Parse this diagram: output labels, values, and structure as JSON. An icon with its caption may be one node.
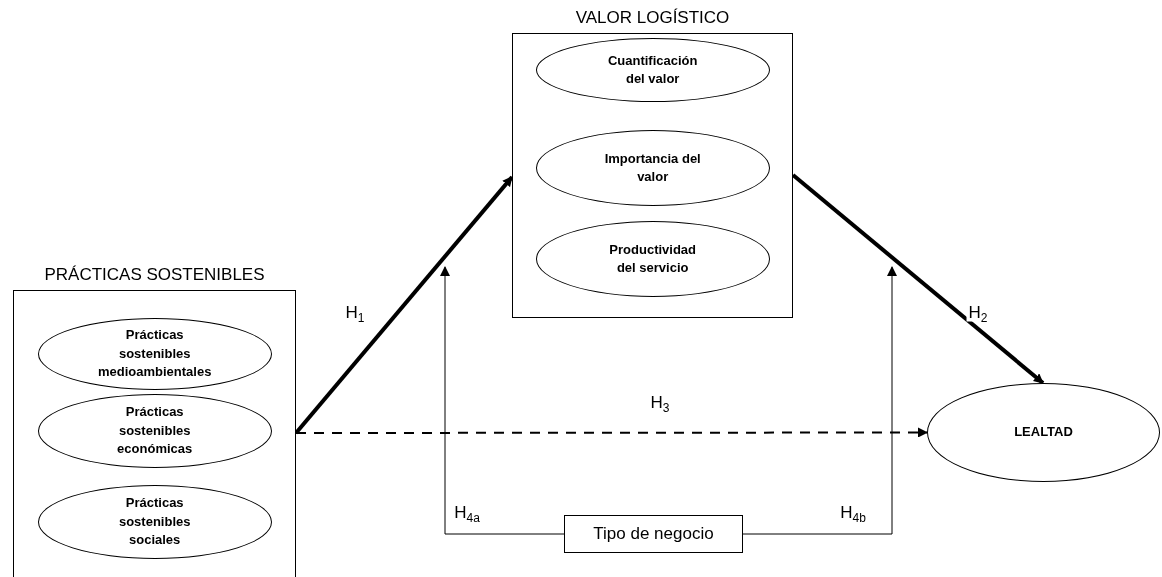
{
  "diagram": {
    "nodes": [
      {
        "text": [
          "PRÁCTICAS SOSTENIBLES"
        ]
      },
      {
        "text": [
          "Prácticas sostenibles medioambientales"
        ],
        "in": 0
      },
      {
        "text": [
          "Prácticas sostenibles económicas"
        ],
        "in": 0
      },
      {
        "text": [
          "Prácticas sostenibles sociales"
        ],
        "in": 0
      },
      {
        "text": [
          "VALOR LOGÍSTICO"
        ]
      },
      {
        "text": [
          "Cuantificación del valor"
        ],
        "in": 4
      },
      {
        "text": [
          "Importancia del valor"
        ],
        "in": 4
      },
      {
        "text": [
          "Productividad del servicio"
        ],
        "in": 4
      },
      {
        "text": [
          "LEALTAD"
        ]
      },
      {
        "text": [
          "Tipo de negocio"
        ]
      }
    ],
    "edges": [
      {
        "from": 0,
        "to": 4,
        "arrow": "to",
        "label": "H$_{1}$",
        "style": "thick"
      },
      {
        "from": 4,
        "to": 8,
        "arrow": "to",
        "label": "H$_{2}$",
        "style": "thick"
      },
      {
        "from": 0,
        "to": 8,
        "arrow": "to",
        "label": "H$_{3}$",
        "style": "dashed"
      },
      {
        "from": 9,
        "to": null,
        "arrow": "to",
        "label": "H$_{4a}$"
      },
      {
        "from": 9,
        "to": null,
        "arrow": "to",
        "label": "H$_{4b}$"
      }
    ]
  }
}
